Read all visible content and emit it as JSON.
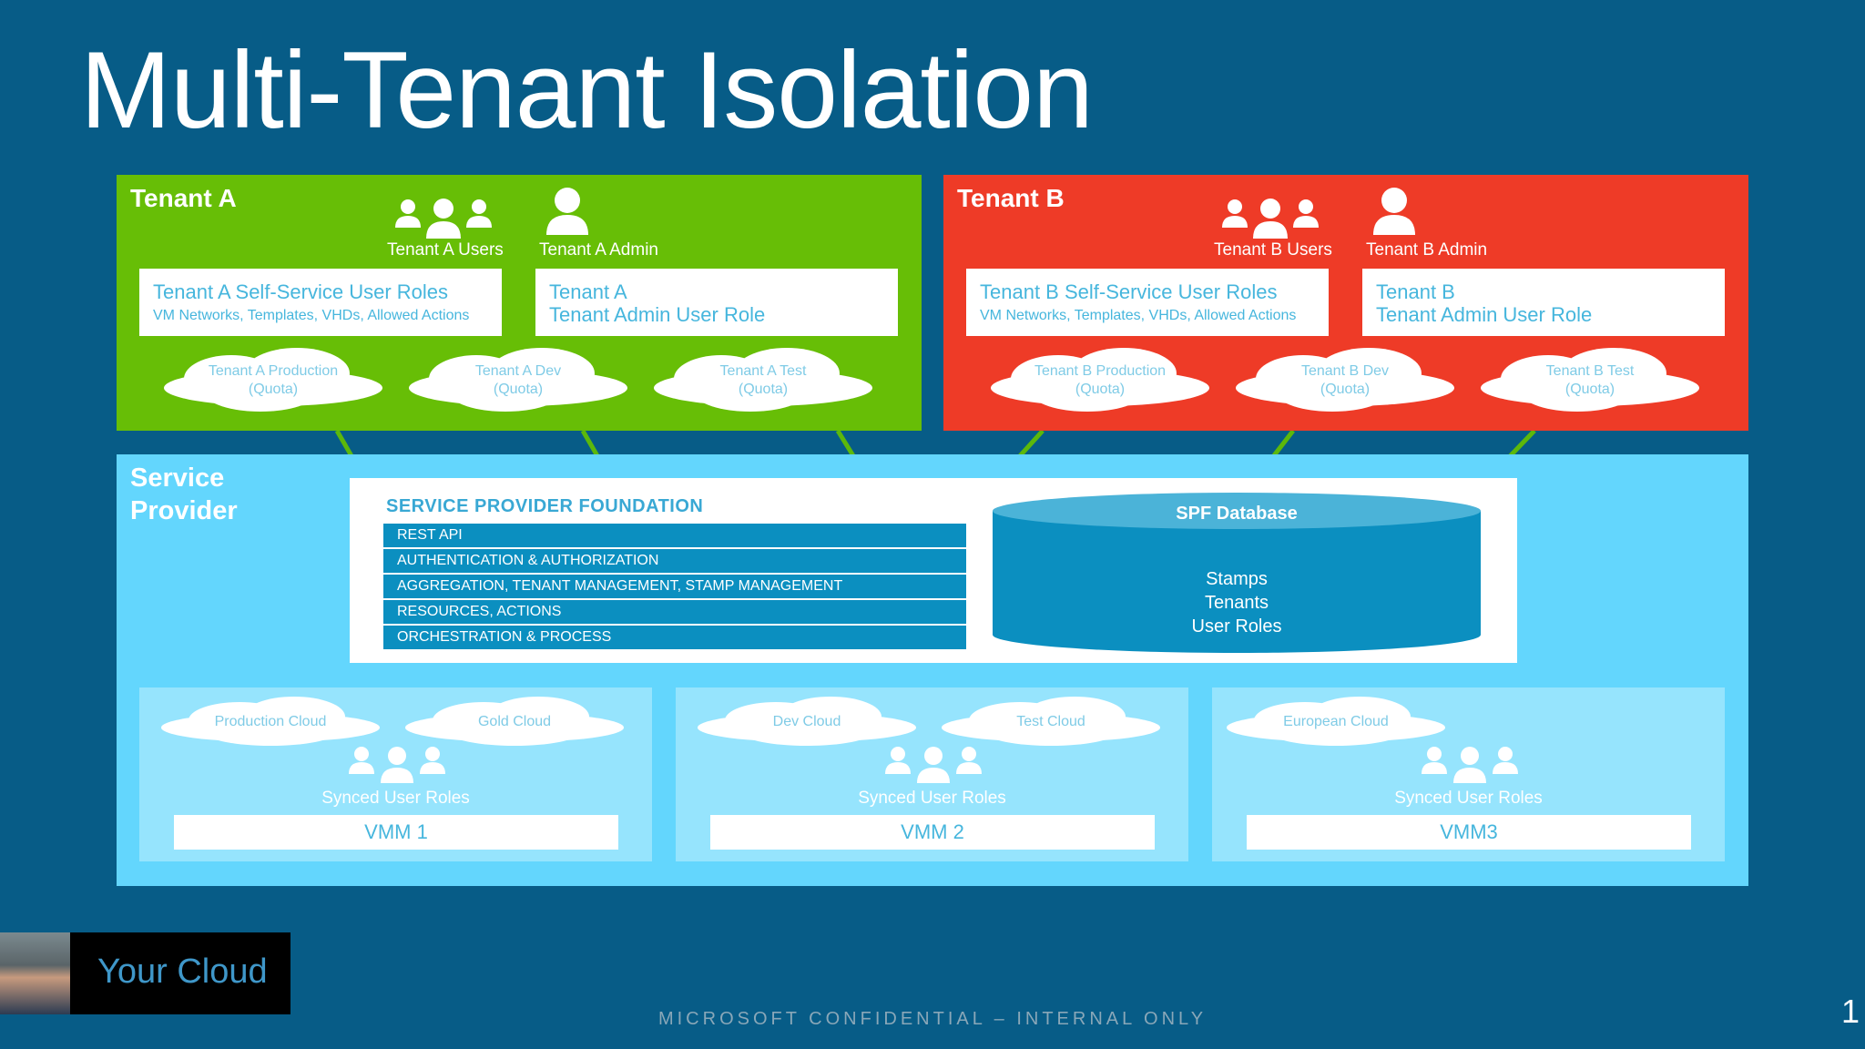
{
  "slide": {
    "title": "Multi-Tenant Isolation",
    "confidential": "MICROSOFT CONFIDENTIAL – INTERNAL ONLY",
    "page_number": "1"
  },
  "tenant_a": {
    "name": "Tenant A",
    "users_label": "Tenant A Users",
    "admin_label": "Tenant A Admin",
    "self_service_title": "Tenant A Self-Service User Roles",
    "self_service_sub": "VM Networks, Templates, VHDs, Allowed Actions",
    "admin_role_line1": "Tenant A",
    "admin_role_line2": "Tenant Admin User Role",
    "clouds": [
      {
        "name": "Tenant A Production",
        "quota": "(Quota)"
      },
      {
        "name": "Tenant A Dev",
        "quota": "(Quota)"
      },
      {
        "name": "Tenant A Test",
        "quota": "(Quota)"
      }
    ]
  },
  "tenant_b": {
    "name": "Tenant B",
    "users_label": "Tenant B Users",
    "admin_label": "Tenant B Admin",
    "self_service_title": "Tenant B Self-Service User Roles",
    "self_service_sub": "VM Networks, Templates, VHDs, Allowed Actions",
    "admin_role_line1": "Tenant B",
    "admin_role_line2": "Tenant Admin User Role",
    "clouds": [
      {
        "name": "Tenant B Production",
        "quota": "(Quota)"
      },
      {
        "name": "Tenant B Dev",
        "quota": "(Quota)"
      },
      {
        "name": "Tenant B Test",
        "quota": "(Quota)"
      }
    ]
  },
  "service_provider": {
    "name_line1": "Service",
    "name_line2": "Provider",
    "spf_title": "SERVICE PROVIDER FOUNDATION",
    "layers": [
      "REST API",
      "AUTHENTICATION & AUTHORIZATION",
      "AGGREGATION, TENANT MANAGEMENT, STAMP MANAGEMENT",
      "RESOURCES, ACTIONS",
      "ORCHESTRATION & PROCESS"
    ],
    "db_title": "SPF Database",
    "db_items": [
      "Stamps",
      "Tenants",
      "User Roles"
    ],
    "vmms": [
      {
        "name": "VMM 1",
        "synced": "Synced User Roles",
        "clouds": [
          "Production Cloud",
          "Gold Cloud"
        ]
      },
      {
        "name": "VMM 2",
        "synced": "Synced User Roles",
        "clouds": [
          "Dev Cloud",
          "Test Cloud"
        ]
      },
      {
        "name": "VMM3",
        "synced": "Synced User Roles",
        "clouds": [
          "European Cloud"
        ]
      }
    ]
  },
  "badge": {
    "text": "Your Cloud"
  },
  "colors": {
    "background": "#075c87",
    "tenant_a": "#67be06",
    "tenant_b": "#ee3b27",
    "service_provider": "#63d6fd",
    "vmm_panel": "#96e4fd",
    "layer_bar": "#0b8fc0",
    "connector": "#5cb80b"
  }
}
